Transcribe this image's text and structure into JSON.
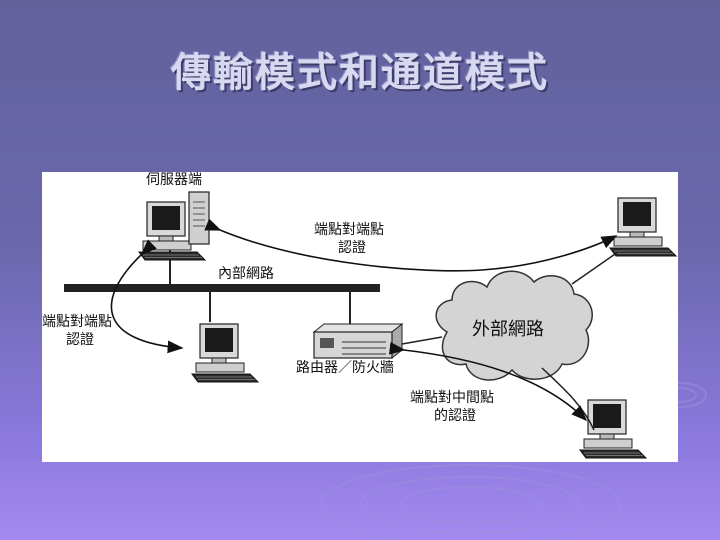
{
  "slide": {
    "title": "傳輸模式和通道模式"
  },
  "diagram": {
    "labels": {
      "server": "伺服器端",
      "e2e_top_line1": "端點對端點",
      "e2e_top_line2": "認證",
      "internal_network": "內部網路",
      "e2e_left_line1": "端點對端點",
      "e2e_left_line2": "認證",
      "router_firewall": "路由器／防火牆",
      "external_network": "外部網路",
      "e2m_line1": "端點對中間點",
      "e2m_line2": "的認證"
    }
  },
  "colors": {
    "background_top": "#62619c",
    "background_bottom": "#a48af0",
    "title_text": "#d8d8f0",
    "panel": "#ffffff"
  }
}
